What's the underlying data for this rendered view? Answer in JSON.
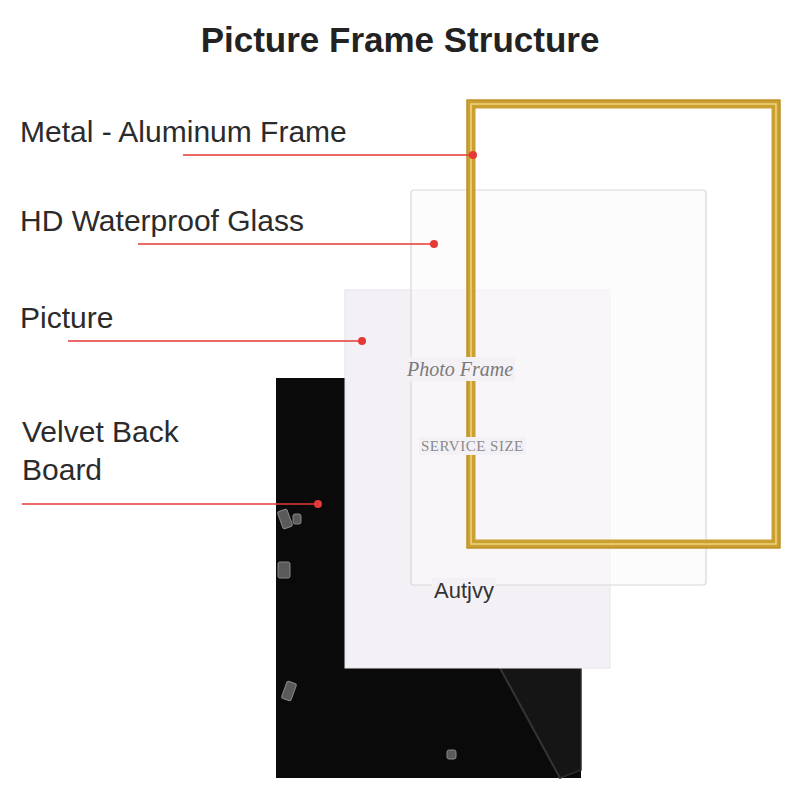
{
  "diagram": {
    "title": "Picture Frame Structure",
    "labels": [
      "Metal - Aluminum Frame",
      "HD Waterproof Glass",
      "Picture",
      "Velvet Back Board",
      "Photo Frame",
      "SERVICE SIZE",
      "Autjvy"
    ]
  }
}
